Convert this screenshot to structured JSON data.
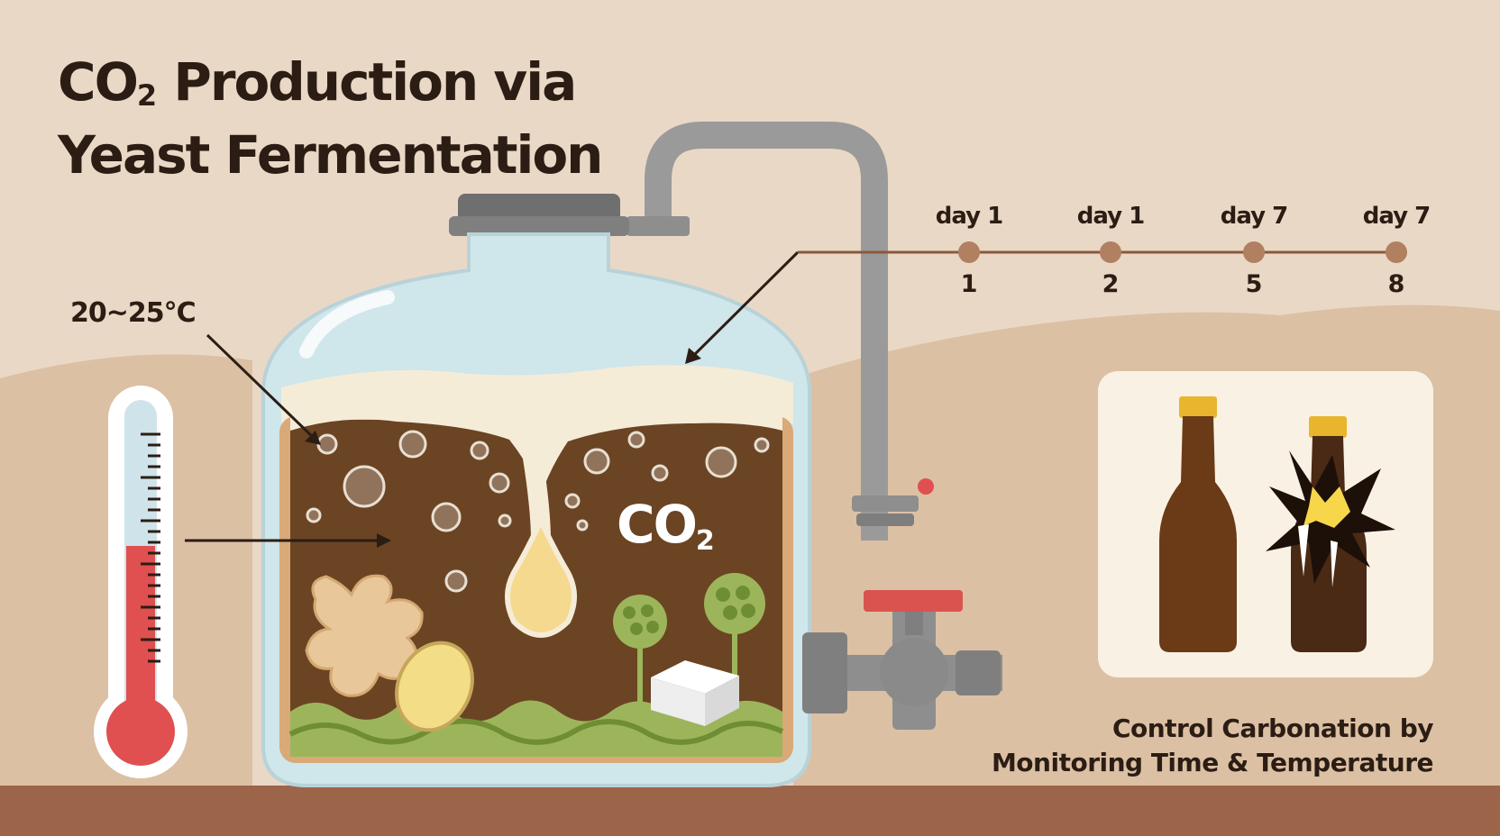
{
  "title": {
    "line1_prefix": "CO",
    "line1_sub": "2",
    "line1_rest": " Production via",
    "line2": "Yeast Fermentation"
  },
  "temperature_label": "20~25°C",
  "gas_label": {
    "text": "CO",
    "sub": "2"
  },
  "timeline": [
    {
      "day": "day 1",
      "num": "1"
    },
    {
      "day": "day 1",
      "num": "2"
    },
    {
      "day": "day 7",
      "num": "5"
    },
    {
      "day": "day 7",
      "num": "8"
    }
  ],
  "caption": {
    "line1": "Control Carbonation by",
    "line2": "Monitoring Time & Temperature"
  },
  "icons": [
    "thermometer-icon",
    "ginger-icon",
    "yeast-drop-icon",
    "sugar-cube-icon",
    "scoby-icon",
    "beer-bottle-icon",
    "broken-bottle-icon",
    "valve-icon"
  ],
  "colors": {
    "background": "#ead8c6",
    "liquid": "#6b4423",
    "glass": "#cfe6ea",
    "pipe": "#9a9a9a",
    "mercury": "#e05050",
    "text": "#2b1d14"
  }
}
